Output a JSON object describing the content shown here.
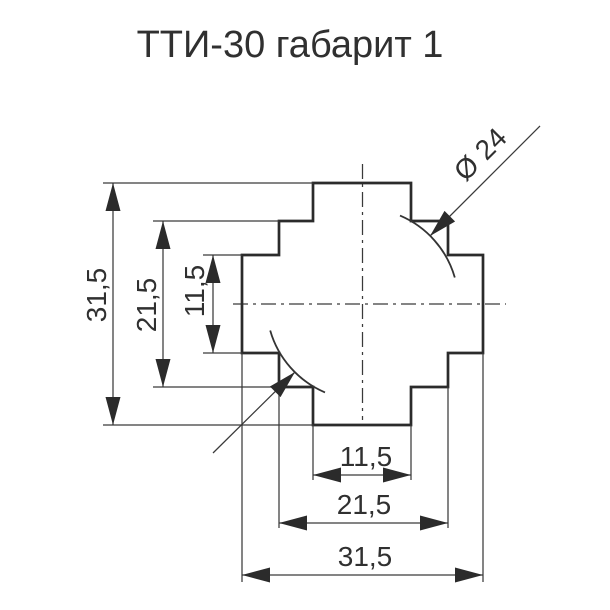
{
  "title": "ТТИ-30 габарит 1",
  "drawing": {
    "kind": "dimensioned outline drawing of stepped cross profile",
    "dims": {
      "left": [
        "31,5",
        "21,5",
        "11,5"
      ],
      "bottom": [
        "11,5",
        "21,5",
        "31,5"
      ],
      "diameter": "Ø 24"
    }
  },
  "colors": {
    "line": "#2b2b2b",
    "background": "#ffffff"
  }
}
